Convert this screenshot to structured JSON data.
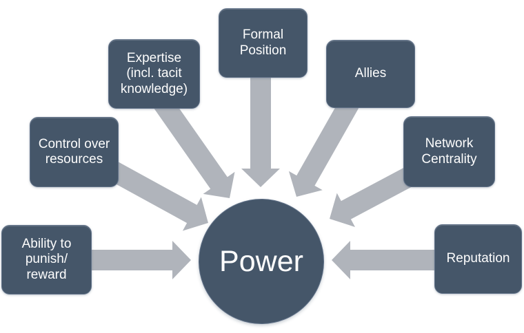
{
  "diagram": {
    "type": "radial-converging",
    "center": {
      "id": "power",
      "label": "Power"
    },
    "factors": [
      {
        "id": "ability-to-punish-reward",
        "label": "Ability to\npunish/\nreward"
      },
      {
        "id": "control-over-resources",
        "label": "Control over\nresources"
      },
      {
        "id": "expertise",
        "label": "Expertise\n(incl. tacit\nknowledge)"
      },
      {
        "id": "formal-position",
        "label": "Formal\nPosition"
      },
      {
        "id": "allies",
        "label": "Allies"
      },
      {
        "id": "network-centrality",
        "label": "Network\nCentrality"
      },
      {
        "id": "reputation",
        "label": "Reputation"
      }
    ],
    "connections": [
      {
        "from": "ability-to-punish-reward",
        "to": "power"
      },
      {
        "from": "control-over-resources",
        "to": "power"
      },
      {
        "from": "expertise",
        "to": "power"
      },
      {
        "from": "formal-position",
        "to": "power"
      },
      {
        "from": "allies",
        "to": "power"
      },
      {
        "from": "network-centrality",
        "to": "power"
      },
      {
        "from": "reputation",
        "to": "power"
      }
    ]
  },
  "colors": {
    "background": "#ffffff",
    "node_fill": "#455669",
    "node_border": "#5f7087",
    "node_text": "#fdfdfd",
    "arrow": "#b0b4bb"
  }
}
